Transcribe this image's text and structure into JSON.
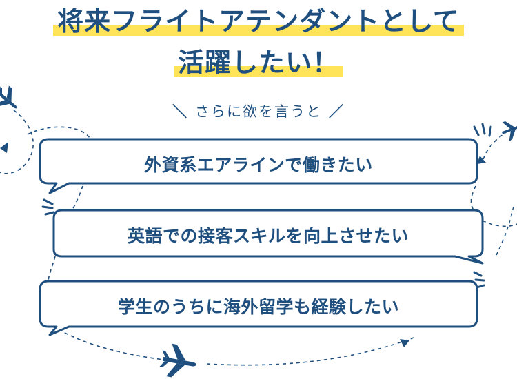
{
  "headline": {
    "line1": "将来フライトアテンダントとして",
    "line2": "活躍したい！"
  },
  "subheading": {
    "text": "さらに欲を言うと",
    "left_mark": "＼",
    "right_mark": "／"
  },
  "bubbles": [
    {
      "text": "外資系エアラインで働きたい"
    },
    {
      "text": "英語での接客スキルを向上させたい"
    },
    {
      "text": "学生のうちに海外留学も経験したい"
    }
  ],
  "colors": {
    "navy": "#1f4f7f",
    "highlight": "#ffe45a",
    "background": "#ffffff"
  },
  "icons": [
    "airplane-icon",
    "emphasis-lines-icon",
    "dashed-flight-path",
    "arrowhead-icon"
  ]
}
